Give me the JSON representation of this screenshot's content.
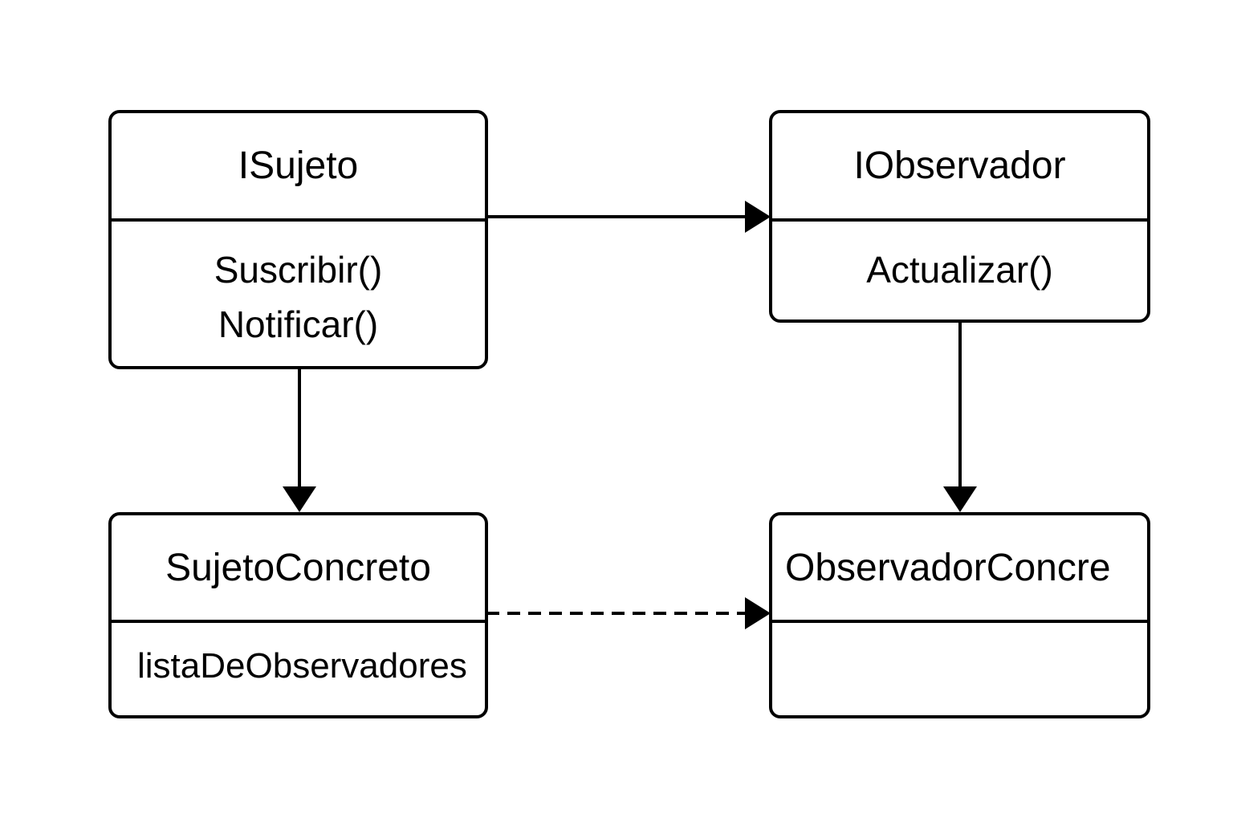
{
  "diagram": {
    "classes": {
      "isujeto": {
        "name": "ISujeto",
        "members": [
          "Suscribir()",
          "Notificar()"
        ]
      },
      "iobservador": {
        "name": "IObservador",
        "members": [
          "Actualizar()"
        ]
      },
      "sujeto_concreto": {
        "name": "SujetoConcreto",
        "members": [
          "listaDeObservadores"
        ]
      },
      "observador_concreto": {
        "name": "ObservadorConcre",
        "members": []
      }
    },
    "relations": [
      {
        "from": "ISujeto",
        "to": "IObservador",
        "style": "solid"
      },
      {
        "from": "ISujeto",
        "to": "SujetoConcreto",
        "style": "solid"
      },
      {
        "from": "IObservador",
        "to": "ObservadorConcre",
        "style": "solid"
      },
      {
        "from": "SujetoConcreto",
        "to": "ObservadorConcre",
        "style": "dashed"
      }
    ],
    "colors": {
      "stroke": "#000000",
      "background": "#ffffff"
    }
  }
}
